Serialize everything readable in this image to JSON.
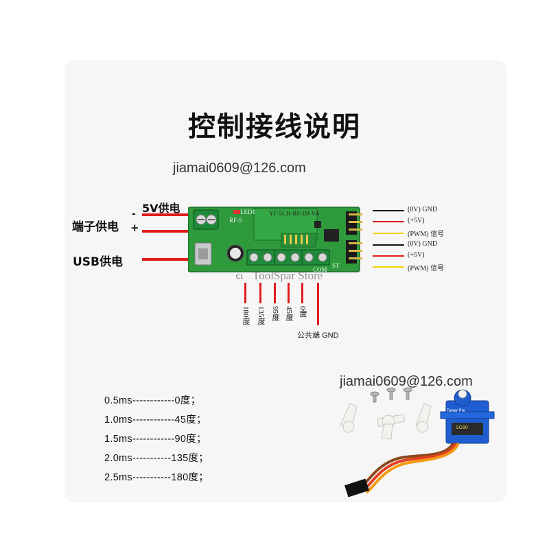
{
  "title": "控制接线说明",
  "watermark_email": "jiamai0609@126.com",
  "watermark_email_2": "jiamai0609@126.com",
  "watermark_store": "ToolSpar Store",
  "power": {
    "v5_label": "5V供电",
    "terminal_label": "端子供电",
    "minus": "-",
    "plus": "+",
    "usb_label": "USB供电"
  },
  "board": {
    "model": "YF-5CH-RF-DJ-V4",
    "led": "LED1",
    "rf": "RF-S",
    "c1": "C1",
    "st": "ST",
    "com": "COM"
  },
  "pins": [
    {
      "label": "(0V)",
      "sub": "GND",
      "color": "#111111"
    },
    {
      "label": "(+5V)",
      "sub": "",
      "color": "#e01b1b"
    },
    {
      "label": "(PWM)",
      "sub": "信号",
      "color": "#f2d200"
    },
    {
      "label": "(0V)",
      "sub": "GND",
      "color": "#111111"
    },
    {
      "label": "(+5V)",
      "sub": "",
      "color": "#e01b1b"
    },
    {
      "label": "(PWM)",
      "sub": "信号",
      "color": "#f2d200"
    }
  ],
  "inputs": [
    {
      "label": "180度"
    },
    {
      "label": "135度"
    },
    {
      "label": "95度"
    },
    {
      "label": "45度"
    },
    {
      "label": "0度"
    }
  ],
  "common": {
    "label": "公共端",
    "gnd": "GND"
  },
  "pulse_table": [
    "0.5ms------------0度；",
    "1.0ms------------45度；",
    "1.5ms------------90度；",
    "2.0ms-----------135度；",
    "2.5ms-----------180度；"
  ],
  "servo": {
    "brand": "Tower Pro",
    "model": "SG90"
  }
}
